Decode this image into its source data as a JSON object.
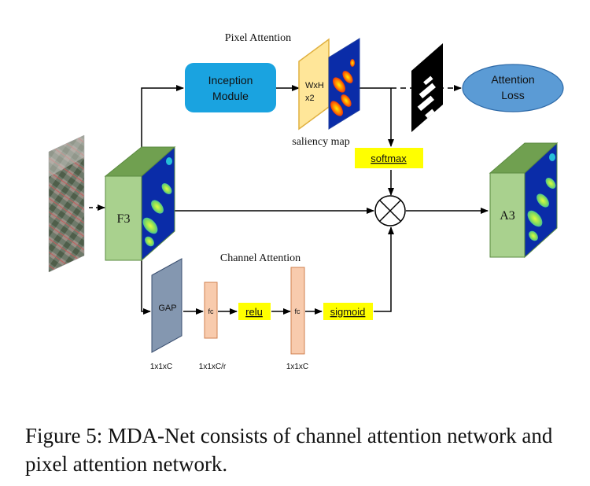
{
  "labels": {
    "pixel_attention": "Pixel Attention",
    "channel_attention": "Channel Attention",
    "inception_line1": "Inception",
    "inception_line2": "Module",
    "wxh": "WxH",
    "x2": "x2",
    "saliency_map": "saliency map",
    "attention_loss_line1": "Attention",
    "attention_loss_line2": "Loss",
    "softmax": "softmax",
    "f3": "F3",
    "a3": "A3",
    "gap": "GAP",
    "fc1": "fc",
    "relu": "relu",
    "fc2": "fc",
    "sigmoid": "sigmoid",
    "dim_gap": "1x1xC",
    "dim_fc1": "1x1xC/r",
    "dim_fc2": "1x1xC"
  },
  "colors": {
    "inception": "#1aa3e0",
    "attention_loss": "#5b9bd5",
    "softmax": "#ffff00",
    "feature_green": "#a9d18e",
    "feature_green_dark": "#70a050",
    "gap_blue": "#8497b0",
    "fc_orange": "#f8cbad",
    "saliency": "#ffe699",
    "heatmap_bg": "#0a2ca8"
  },
  "caption": "Figure 5: MDA-Net consists of channel attention network and pixel attention network."
}
